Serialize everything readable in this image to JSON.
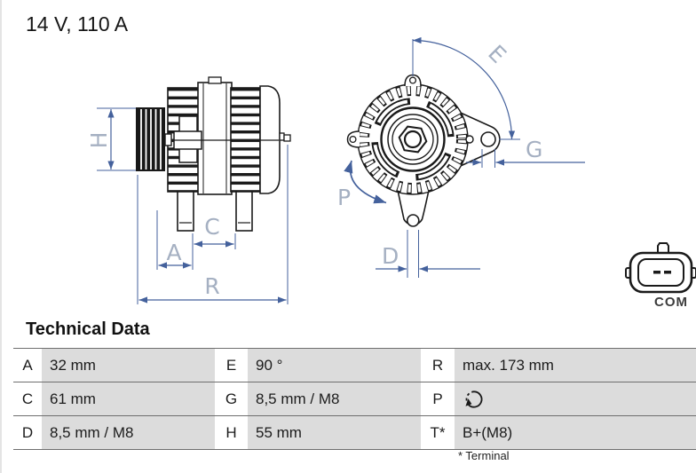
{
  "title": "14 V, 110 A",
  "diagram": {
    "labels": {
      "h": "H",
      "a": "A",
      "c": "C",
      "r": "R",
      "e": "E",
      "g": "G",
      "p": "P",
      "d": "D"
    },
    "connector_label": "COM",
    "colors": {
      "dimension_line": "#44619c",
      "dimension_label": "#a5b0c2",
      "outline": "#1a1a1a",
      "table_value_bg": "#dcdcdc",
      "table_line": "#6e6e6e"
    }
  },
  "table": {
    "heading": "Technical Data",
    "rows": [
      {
        "c1_label": "A",
        "c1_value": "32 mm",
        "c2_label": "E",
        "c2_value": "90 °",
        "c3_label": "R",
        "c3_value": "max. 173 mm"
      },
      {
        "c1_label": "C",
        "c1_value": "61 mm",
        "c2_label": "G",
        "c2_value": "8,5 mm / M8",
        "c3_label": "P",
        "c3_value": ""
      },
      {
        "c1_label": "D",
        "c1_value": "8,5 mm / M8",
        "c2_label": "H",
        "c2_value": "55 mm",
        "c3_label": "T*",
        "c3_value": "B+(M8)"
      }
    ],
    "icons": {
      "p_value": "rotation-ccw-icon"
    },
    "footnote": "* Terminal"
  }
}
